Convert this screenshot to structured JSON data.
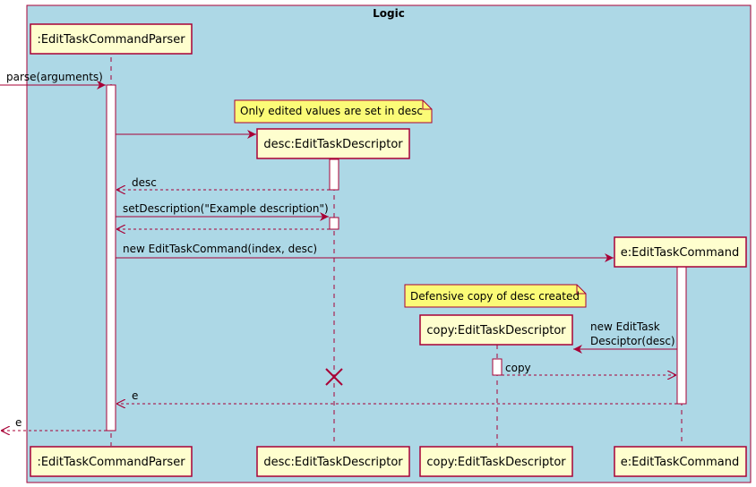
{
  "group": {
    "title": "Logic"
  },
  "participants": {
    "parser": ":EditTaskCommandParser",
    "desc": "desc:EditTaskDescriptor",
    "copy": "copy:EditTaskDescriptor",
    "command": "e:EditTaskCommand"
  },
  "messages": {
    "parse": "parse(arguments)",
    "desc_return": "desc",
    "set_description": "setDescription(\"Example description\")",
    "new_command": "new EditTaskCommand(index, desc)",
    "new_copy_line1": "new EditTask",
    "new_copy_line2": "Desciptor(desc)",
    "copy_return": "copy",
    "e_return": "e",
    "e_final": "e"
  },
  "notes": {
    "edited_values": "Only edited values are set in desc",
    "defensive_copy": "Defensive copy of desc created"
  },
  "colors": {
    "group_fill": "#ADD8E6",
    "group_stroke": "#A80036",
    "box_fill": "#FEFECE",
    "box_stroke": "#A80036",
    "note_fill": "#FBFB77",
    "arrow": "#A80036",
    "activation_fill": "#FFFFFF"
  }
}
